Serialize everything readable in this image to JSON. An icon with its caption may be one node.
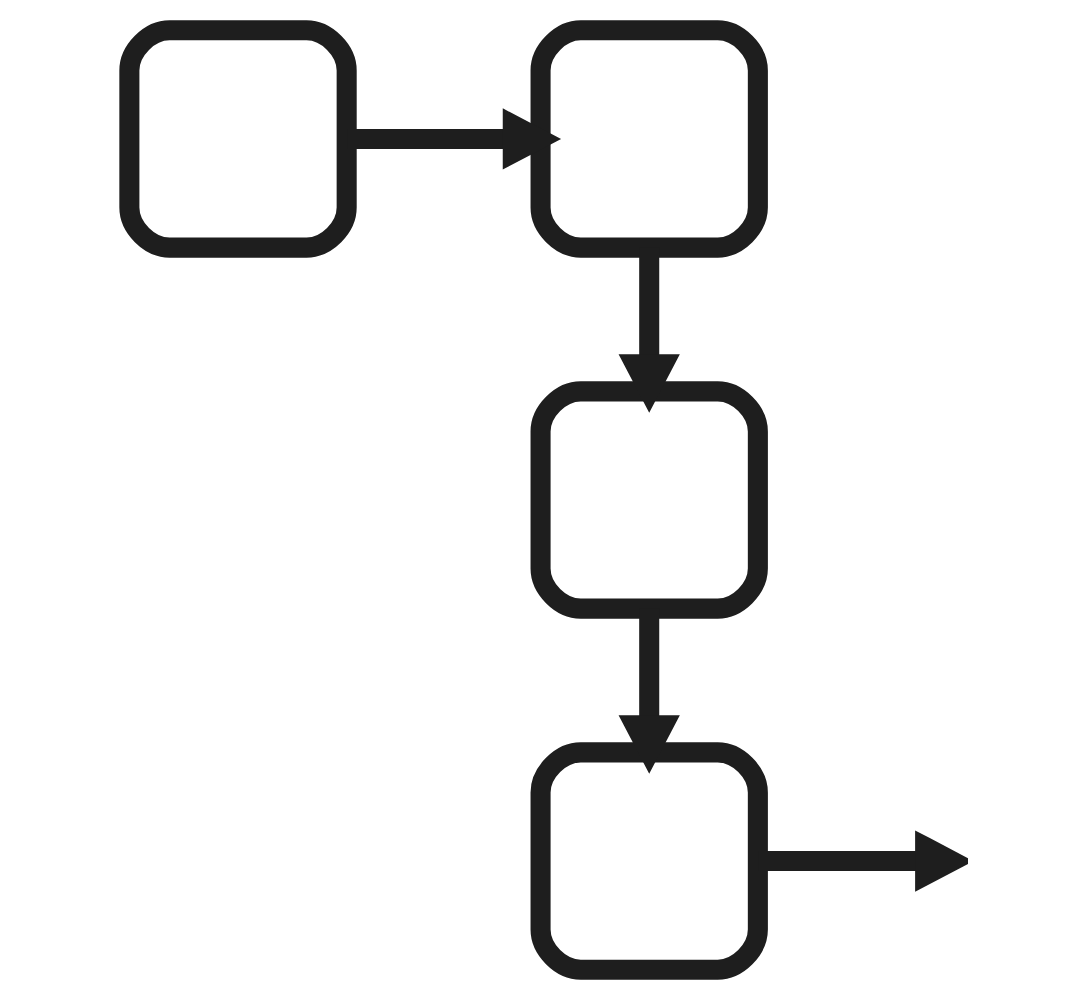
{
  "diagram": {
    "nodes": [
      {
        "text": [],
        "shape": "box"
      },
      {
        "text": [],
        "shape": "box"
      },
      {
        "text": [],
        "shape": "box"
      },
      {
        "text": [],
        "shape": "box"
      }
    ],
    "edges": [
      {
        "from": 0,
        "to": 1,
        "arrow": "to"
      },
      {
        "from": 1,
        "to": 2,
        "arrow": "to"
      },
      {
        "from": 2,
        "to": 3,
        "arrow": "to"
      },
      {
        "from": 3,
        "to": null,
        "arrow": "to"
      }
    ]
  }
}
